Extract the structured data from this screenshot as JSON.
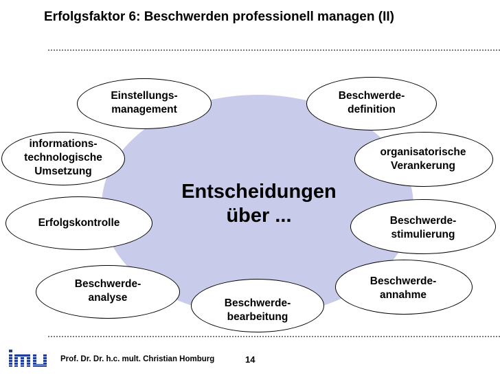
{
  "title": "Erfolgsfaktor 6: Beschwerden professionell managen (II)",
  "center": {
    "line1": "Entscheidungen",
    "line2": "über ..."
  },
  "nodes": [
    {
      "lines": [
        "Einstellungs-",
        "management"
      ]
    },
    {
      "lines": [
        "Beschwerde-",
        "definition"
      ]
    },
    {
      "lines": [
        "informations-",
        "technologische",
        "Umsetzung"
      ]
    },
    {
      "lines": [
        "organisatorische",
        "Verankerung"
      ]
    },
    {
      "lines": [
        "Erfolgskontrolle"
      ]
    },
    {
      "lines": [
        "Beschwerde-",
        "stimulierung"
      ]
    },
    {
      "lines": [
        "Beschwerde-",
        "analyse"
      ]
    },
    {
      "lines": [
        "Beschwerde-",
        "annahme"
      ]
    },
    {
      "lines": [
        "Beschwerde-",
        "bearbeitung"
      ]
    }
  ],
  "footer": {
    "logo_text": "imu",
    "author": "Prof. Dr. Dr. h.c. mult. Christian Homburg",
    "page": "14"
  },
  "colors": {
    "ellipse_fill": "#c9cbeb",
    "logo_blue": "#1f3f9a"
  }
}
